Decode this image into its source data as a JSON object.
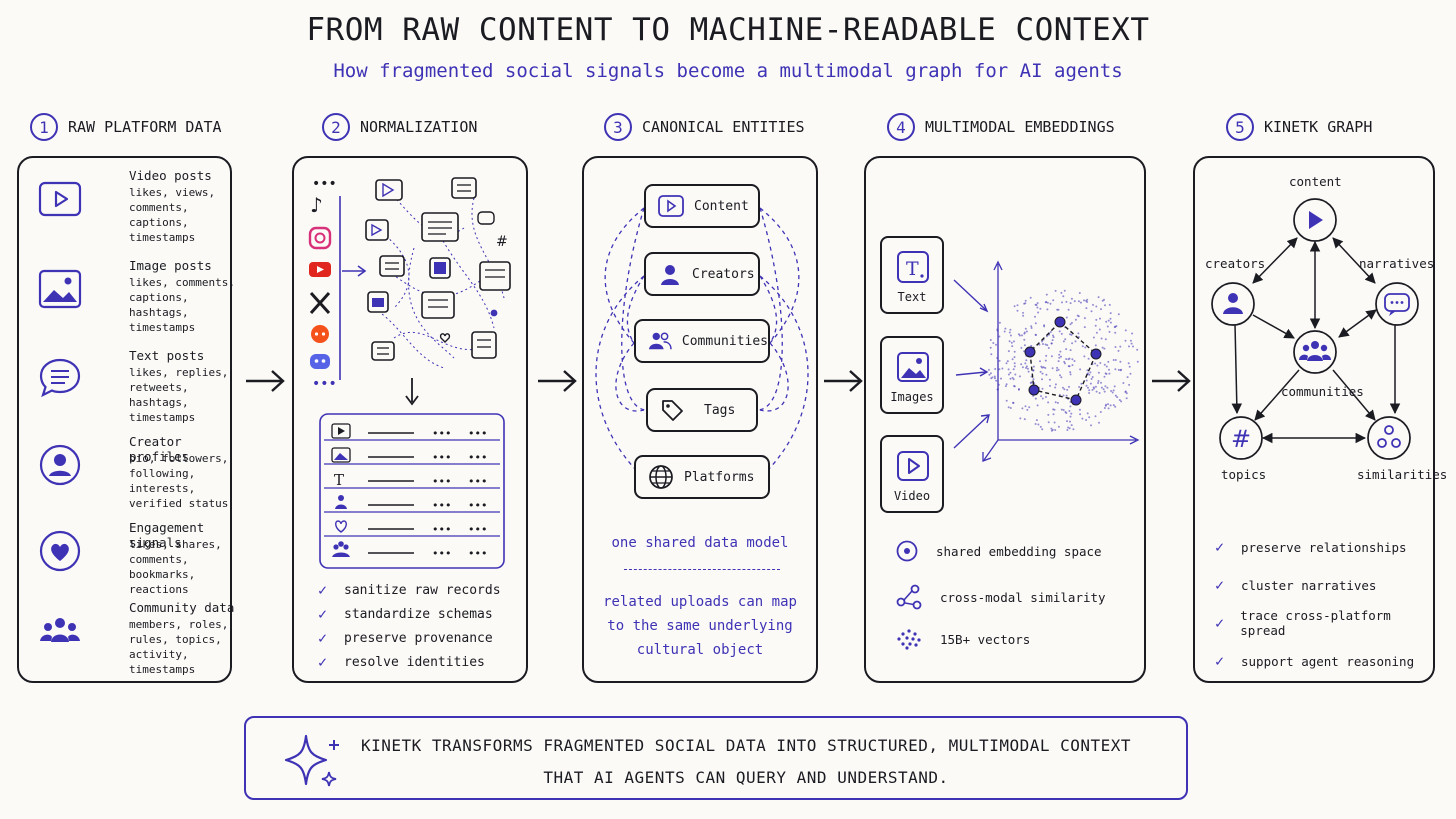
{
  "title": "From Raw Content to Machine-Readable Context",
  "subtitle": "How fragmented social signals become a multimodal graph for AI agents",
  "colors": {
    "accent": "#3f33b5",
    "ink": "#1b1b22",
    "background": "#fbfaf7"
  },
  "stages": [
    {
      "number": "1",
      "title": "Raw Platform Data"
    },
    {
      "number": "2",
      "title": "Normalization"
    },
    {
      "number": "3",
      "title": "Canonical Entities"
    },
    {
      "number": "4",
      "title": "Multimodal Embeddings"
    },
    {
      "number": "5",
      "title": "Kinetk Graph"
    }
  ],
  "raw_data": [
    {
      "icon": "play-icon",
      "title": "Video posts",
      "details": [
        "likes, views,",
        "comments,",
        "captions,",
        "timestamps"
      ]
    },
    {
      "icon": "image-icon",
      "title": "Image posts",
      "details": [
        "likes, comments,",
        "captions,",
        "hashtags,",
        "timestamps"
      ]
    },
    {
      "icon": "chat-icon",
      "title": "Text posts",
      "details": [
        "likes, replies,",
        "retweets,",
        "hashtags,",
        "timestamps"
      ]
    },
    {
      "icon": "user-icon",
      "title": "Creator profiles",
      "details": [
        "bio, followers,",
        "following,",
        "interests,",
        "verified status"
      ]
    },
    {
      "icon": "heart-icon",
      "title": "Engagement signals",
      "details": [
        "likes, shares,",
        "comments,",
        "bookmarks,",
        "reactions"
      ]
    },
    {
      "icon": "group-icon",
      "title": "Community data",
      "details": [
        "members, roles,",
        "rules, topics,",
        "activity,",
        "timestamps"
      ]
    }
  ],
  "normalization": {
    "platforms": [
      "tiktok-icon",
      "instagram-icon",
      "youtube-icon",
      "x-icon",
      "reddit-icon",
      "discord-icon"
    ],
    "steps": [
      "sanitize raw records",
      "standardize schemas",
      "preserve provenance",
      "resolve identities"
    ]
  },
  "entities": {
    "items": [
      "Content",
      "Creators",
      "Communities",
      "Tags",
      "Platforms"
    ],
    "note_top": "one shared data model",
    "note_bottom": [
      "related uploads can map",
      "to the same underlying",
      "cultural object"
    ]
  },
  "embeddings": {
    "modalities": [
      "Text",
      "Images",
      "Video"
    ],
    "features": [
      "shared embedding space",
      "cross-modal similarity",
      "15B+ vectors"
    ]
  },
  "graph": {
    "nodes": [
      "content",
      "creators",
      "narratives",
      "communities",
      "topics",
      "similarities"
    ],
    "benefits": [
      "preserve relationships",
      "cluster narratives",
      "trace cross-platform spread",
      "support agent reasoning"
    ]
  },
  "footer": [
    "Kinetk transforms fragmented social data into structured, multimodal context",
    "that AI agents can query and understand."
  ]
}
